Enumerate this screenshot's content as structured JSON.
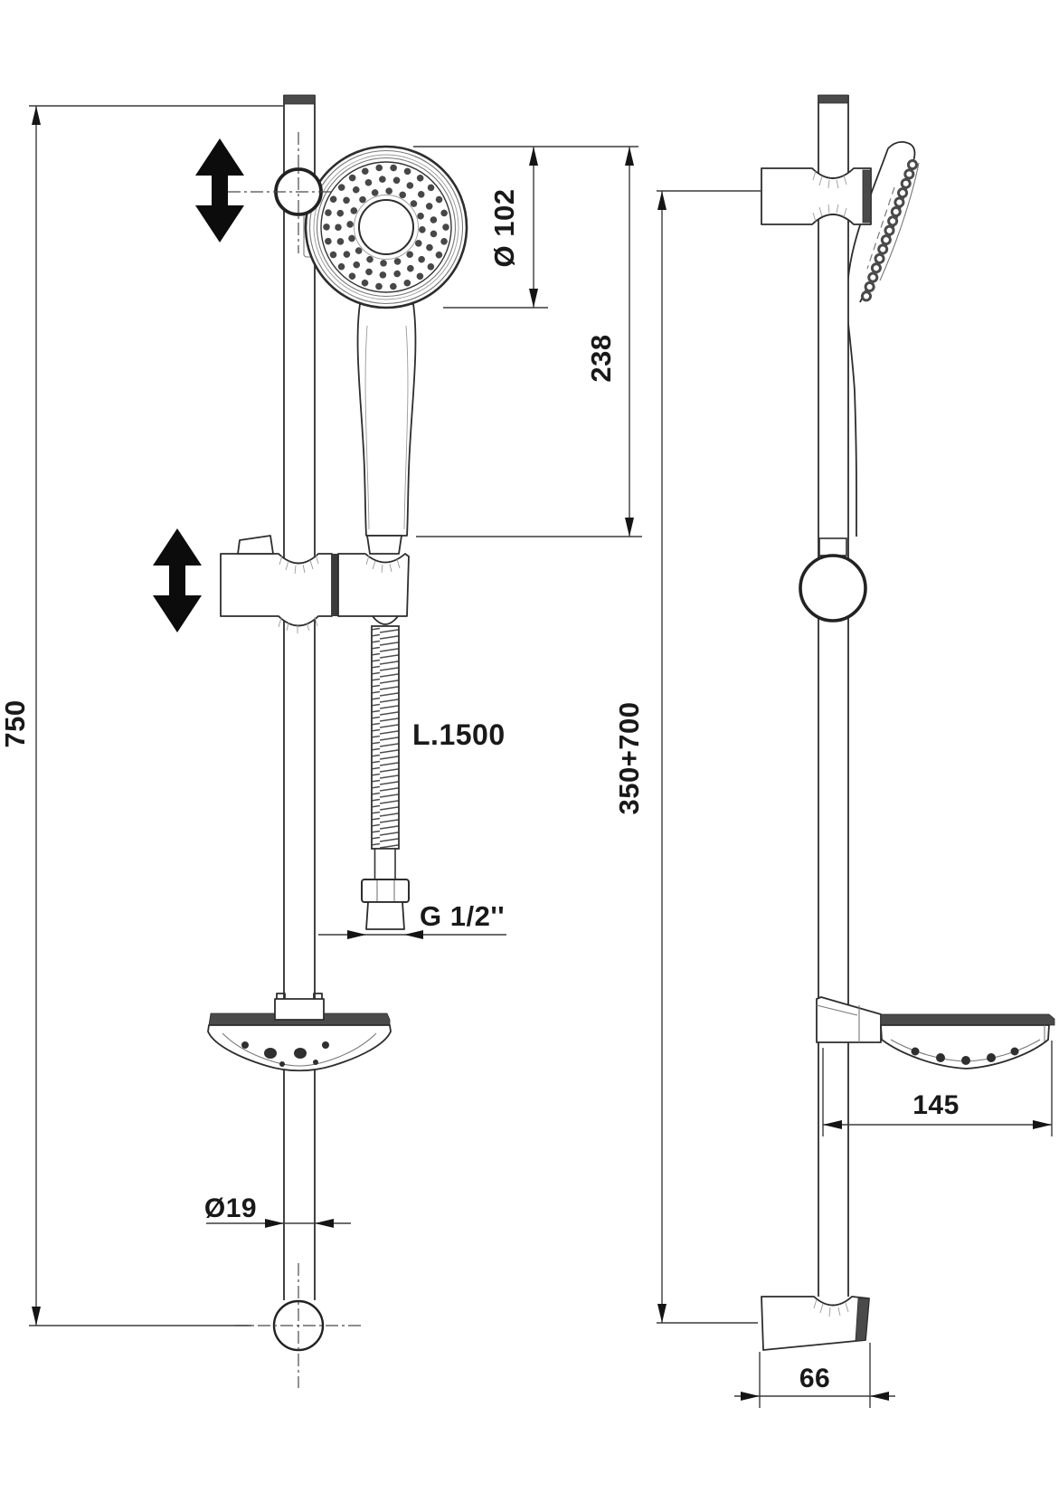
{
  "drawing": {
    "kind": "technical-dimension-drawing",
    "background": "#ffffff",
    "line_color": "#2d2d2d",
    "dim_color": "#3c3c3c",
    "shade_color": "#4a4a4a",
    "arrow_color": "#0c0c0c"
  },
  "dimensions": {
    "overall_height": "750",
    "head_diameter": "Ø 102",
    "handset_length": "238",
    "hose_length": "L.1500",
    "thread_size": "G 1/2''",
    "rail_diameter": "Ø19",
    "bar_height": "350+700",
    "soap_dish_depth": "145",
    "bracket_depth": "66"
  }
}
